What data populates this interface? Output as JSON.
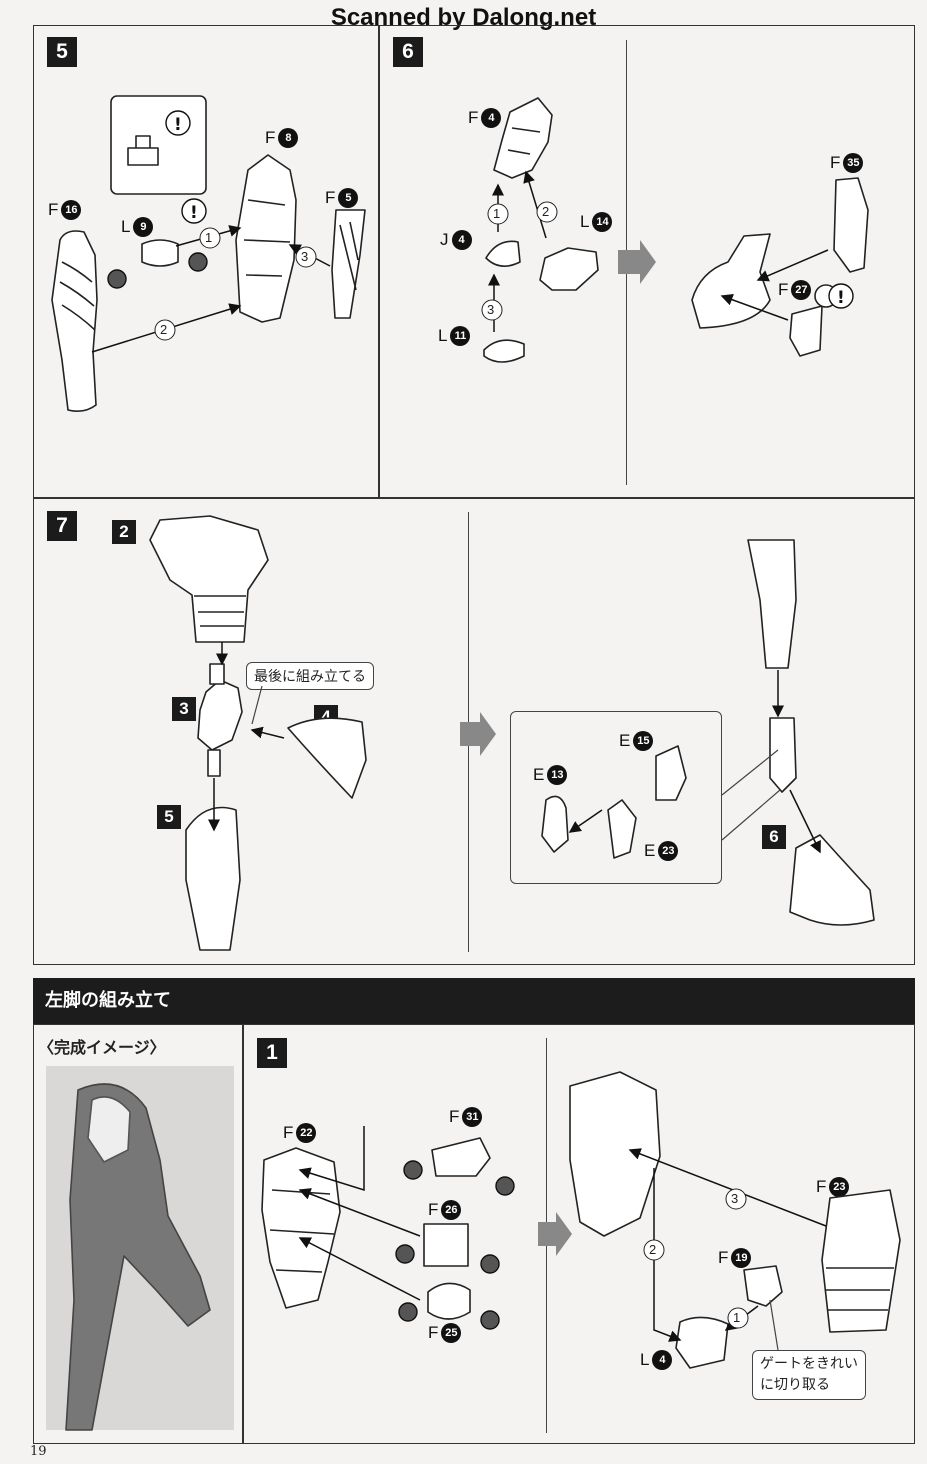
{
  "watermark": "Scanned by Dalong.net",
  "step5": {
    "num": "5",
    "parts": [
      {
        "runner": "F",
        "no": "16"
      },
      {
        "runner": "L",
        "no": "9"
      },
      {
        "runner": "F",
        "no": "8"
      },
      {
        "runner": "F",
        "no": "5"
      }
    ],
    "order": [
      "1",
      "2",
      "3"
    ]
  },
  "step6": {
    "num": "6",
    "parts": [
      {
        "runner": "F",
        "no": "4"
      },
      {
        "runner": "J",
        "no": "4"
      },
      {
        "runner": "L",
        "no": "14"
      },
      {
        "runner": "L",
        "no": "11"
      },
      {
        "runner": "F",
        "no": "35"
      },
      {
        "runner": "F",
        "no": "27"
      }
    ],
    "order": [
      "1",
      "2",
      "3"
    ]
  },
  "step7": {
    "num": "7",
    "subs": [
      "2",
      "3",
      "4",
      "5",
      "6"
    ],
    "callout": "最後に組み立てる",
    "parts": [
      {
        "runner": "E",
        "no": "15"
      },
      {
        "runner": "E",
        "no": "13"
      },
      {
        "runner": "E",
        "no": "23"
      }
    ]
  },
  "section": {
    "title": "左脚の組み立て",
    "image_caption": "〈完成イメージ〉"
  },
  "step1": {
    "num": "1",
    "parts": [
      {
        "runner": "F",
        "no": "22"
      },
      {
        "runner": "F",
        "no": "31"
      },
      {
        "runner": "F",
        "no": "26"
      },
      {
        "runner": "F",
        "no": "25"
      },
      {
        "runner": "F",
        "no": "23"
      },
      {
        "runner": "F",
        "no": "19"
      },
      {
        "runner": "L",
        "no": "4"
      }
    ],
    "order": [
      "1",
      "2",
      "3"
    ],
    "callout": "ゲートをきれい\nに切り取る",
    "callout_line1": "ゲートをきれい",
    "callout_line2": "に切り取る"
  },
  "page_number": "19"
}
